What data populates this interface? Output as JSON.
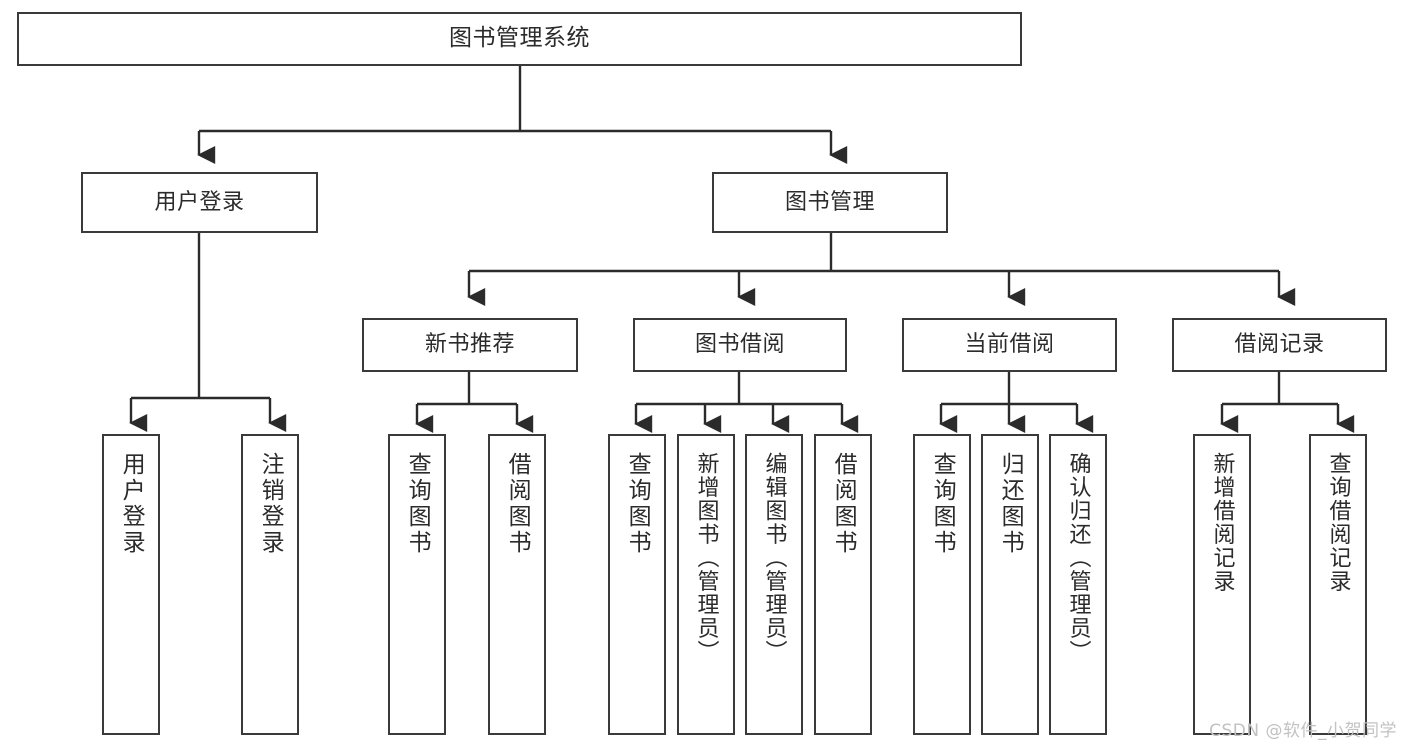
{
  "diagram": {
    "title": "图书管理系统",
    "type": "tree",
    "watermark": "CSDN @软件_小贺同学",
    "colors": {
      "box_border": "#3a3a3a",
      "box_fill": "#ffffff",
      "connector": "#2b2b2b",
      "text": "#2b2b2b",
      "watermark": "#c2c2c2",
      "background": "#ffffff"
    },
    "root": {
      "label": "图书管理系统"
    },
    "level1": [
      {
        "label": "用户登录"
      },
      {
        "label": "图书管理"
      }
    ],
    "level2": [
      {
        "label": "新书推荐"
      },
      {
        "label": "图书借阅"
      },
      {
        "label": "当前借阅"
      },
      {
        "label": "借阅记录"
      }
    ],
    "leaves": {
      "user_login": [
        {
          "label": "用户登录"
        },
        {
          "label": "注销登录"
        }
      ],
      "new_book_recommend": [
        {
          "label": "查询图书"
        },
        {
          "label": "借阅图书"
        }
      ],
      "book_borrow": [
        {
          "label": "查询图书"
        },
        {
          "label": "新增图书（管理员）"
        },
        {
          "label": "编辑图书（管理员）"
        },
        {
          "label": "借阅图书"
        }
      ],
      "current_borrow": [
        {
          "label": "查询图书"
        },
        {
          "label": "归还图书"
        },
        {
          "label": "确认归还（管理员）"
        }
      ],
      "borrow_record": [
        {
          "label": "新增借阅记录"
        },
        {
          "label": "查询借阅记录"
        }
      ]
    }
  }
}
